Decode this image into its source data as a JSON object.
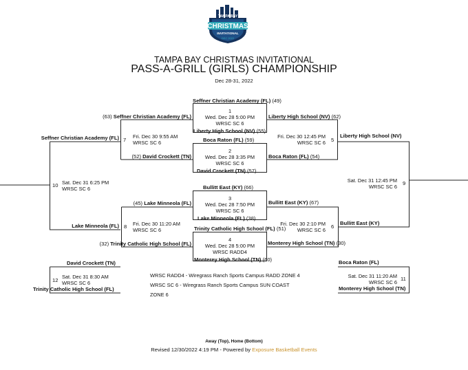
{
  "logo": {
    "line1": "TAMPA BAY",
    "line2": "CHRISTMAS",
    "line3": "INVITATIONAL",
    "line4": "DEC 2022"
  },
  "header": {
    "org": "TAMPA BAY CHRISTMAS INVITATIONAL",
    "title": "PASS-A-GRILL (GIRLS) CHAMPIONSHIP",
    "dates": "Dec 28-31, 2022"
  },
  "games": {
    "g1": {
      "num": "1",
      "l1": "Wed. Dec 28 5:00 PM",
      "l2": "WRSC SC 6",
      "top": "Seffner Christian Academy (FL)",
      "top_seed": "(49)",
      "bottom": "Liberty High School (NV)",
      "bottom_seed": "(55)"
    },
    "g2": {
      "num": "2",
      "l1": "Wed. Dec 28 3:35 PM",
      "l2": "WRSC SC 6",
      "top": "Boca Raton (FL)",
      "top_seed": "(59)",
      "bottom": "David Crockett (TN)",
      "bottom_seed": "(57)"
    },
    "g3": {
      "num": "3",
      "l1": "Wed. Dec 28 7:50 PM",
      "l2": "WRSC SC 6",
      "top": "Bullitt East (KY)",
      "top_seed": "(66)",
      "bottom": "Lake Minneola (FL)",
      "bottom_seed": "(38)"
    },
    "g4": {
      "num": "4",
      "l1": "Wed. Dec 28 5:00 PM",
      "l2": "WRSC RADD4",
      "top": "Trinity Catholic High School (FL)",
      "top_seed": "(51)",
      "bottom": "Monterey High School (TN)",
      "bottom_seed": "(60)"
    },
    "g5": {
      "num": "5",
      "l1": "Fri. Dec 30 12:45 PM",
      "l2": "WRSC SC 6",
      "top": "Liberty High School (NV)",
      "top_seed": "(62)",
      "bottom": "Boca Raton (FL)",
      "bottom_seed": "(54)"
    },
    "g6": {
      "num": "6",
      "l1": "Fri. Dec 30 2:10 PM",
      "l2": "WRSC SC 6",
      "top": "Bullitt East (KY)",
      "top_seed": "(67)",
      "bottom": "Monterey High School (TN)",
      "bottom_seed": "(30)"
    },
    "g7": {
      "num": "7",
      "l1": "Fri. Dec 30 9:55 AM",
      "l2": "WRSC SC 6",
      "top": "Seffner Christian Academy (FL)",
      "top_seed": "(63)",
      "bottom": "David Crockett (TN)",
      "bottom_seed": "(52)"
    },
    "g8": {
      "num": "8",
      "l1": "Fri. Dec 30 11:20 AM",
      "l2": "WRSC SC 6",
      "top": "Lake Minneola (FL)",
      "top_seed": "(45)",
      "bottom": "Trinity Catholic High School (FL)",
      "bottom_seed": "(32)"
    },
    "g9": {
      "num": "9",
      "l1": "Sat. Dec 31 12:45 PM",
      "l2": "WRSC SC 6",
      "top": "Liberty High School (NV)",
      "bottom": "Bullitt East (KY)"
    },
    "g10": {
      "num": "10",
      "l1": "Sat. Dec 31 6:25 PM",
      "l2": "WRSC SC 6",
      "top": "Seffner Christian Academy (FL)",
      "bottom": "Lake Minneola (FL)"
    },
    "g11": {
      "num": "11",
      "l1": "Sat. Dec 31 11:20 AM",
      "l2": "WRSC SC 6",
      "top": "Boca Raton (FL)",
      "bottom": "Monterey High School (TN)"
    },
    "g12": {
      "num": "12",
      "l1": "Sat. Dec 31 8:30 AM",
      "l2": "WRSC SC 6",
      "top": "David Crockett (TN)",
      "bottom": "Trinity Catholic High School (FL)"
    }
  },
  "venues": {
    "v1": "WRSC RADD4 - Wiregrass Ranch Sports Campus RADD ZONE 4",
    "v2": "WRSC SC 6 - Wiregrass Ranch Sports Campus SUN COAST",
    "v3": "ZONE 6"
  },
  "footer": {
    "legend": "Away (Top), Home (Bottom)",
    "revised": "Revised 12/30/2022 4:19 PM - Powered by ",
    "link": "Exposure Basketball Events"
  },
  "colors": {
    "logo_navy": "#15325c",
    "logo_teal": "#2fa9b8",
    "link": "#c9922c",
    "line": "#222222"
  }
}
